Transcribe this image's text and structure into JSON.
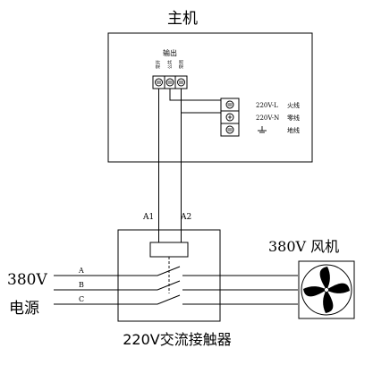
{
  "host": {
    "title": "主机",
    "output_label": "输出",
    "output_terminals": [
      "常开",
      "公共",
      "常闭"
    ],
    "power_terminals": [
      {
        "voltage": "220V-L",
        "name": "火线"
      },
      {
        "voltage": "220V-N",
        "name": "零线"
      },
      {
        "voltage": "",
        "name": "地线"
      }
    ]
  },
  "contactor": {
    "coil_labels": [
      "A1",
      "A2"
    ],
    "title": "220V交流接触器"
  },
  "power_source": {
    "voltage": "380V",
    "name": "电源",
    "phases": [
      "A",
      "B",
      "C"
    ]
  },
  "fan": {
    "title": "380V  风机"
  },
  "colors": {
    "line": "#000000",
    "background": "#ffffff"
  }
}
